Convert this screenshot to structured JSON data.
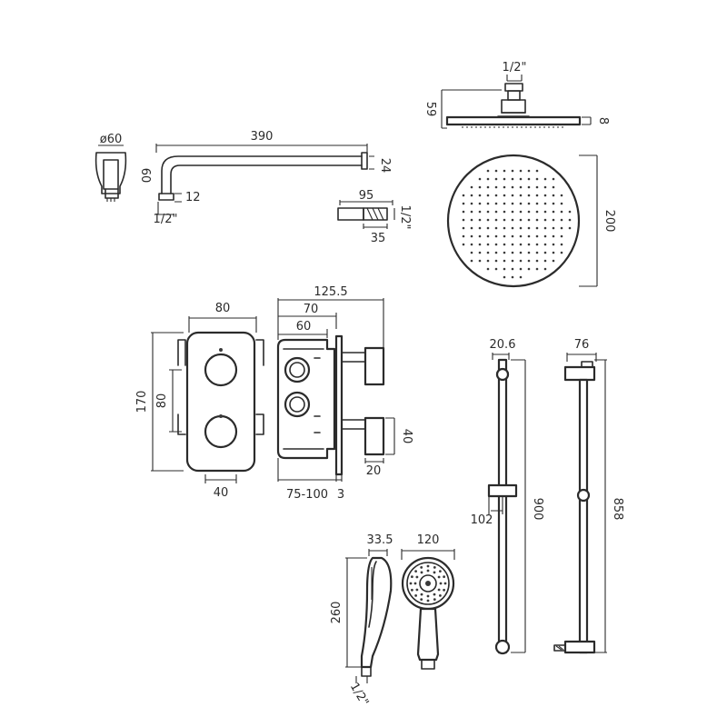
{
  "overhead_shower": {
    "inlet": "1/2\"",
    "height": "59",
    "plate_thickness": "8",
    "diameter": "200"
  },
  "shower_arm": {
    "flange_diameter": "ø60",
    "flange_depth": "60",
    "length": "390",
    "tube": "24",
    "thread_length": "12",
    "thread": "1/2\""
  },
  "elbow": {
    "length": "95",
    "thread": "1/2\"",
    "depth": "35"
  },
  "valve": {
    "plate_width": "80",
    "plate_height": "170",
    "spindle_spacing": "80",
    "bottom_width": "40",
    "body_depth": "125.5",
    "body_70": "70",
    "body_60": "60",
    "outlet_height": "40",
    "outlet_depth": "20",
    "wall_depth": "75-100",
    "plate_depth": "3"
  },
  "handset": {
    "head_depth": "33.5",
    "head_width": "120",
    "length": "260",
    "thread": "1/2\""
  },
  "riser_rail": {
    "rail_diameter": "20.6",
    "bracket_projection": "102",
    "height": "900"
  },
  "rail_side": {
    "projection": "76",
    "fixing_centres": "858"
  }
}
